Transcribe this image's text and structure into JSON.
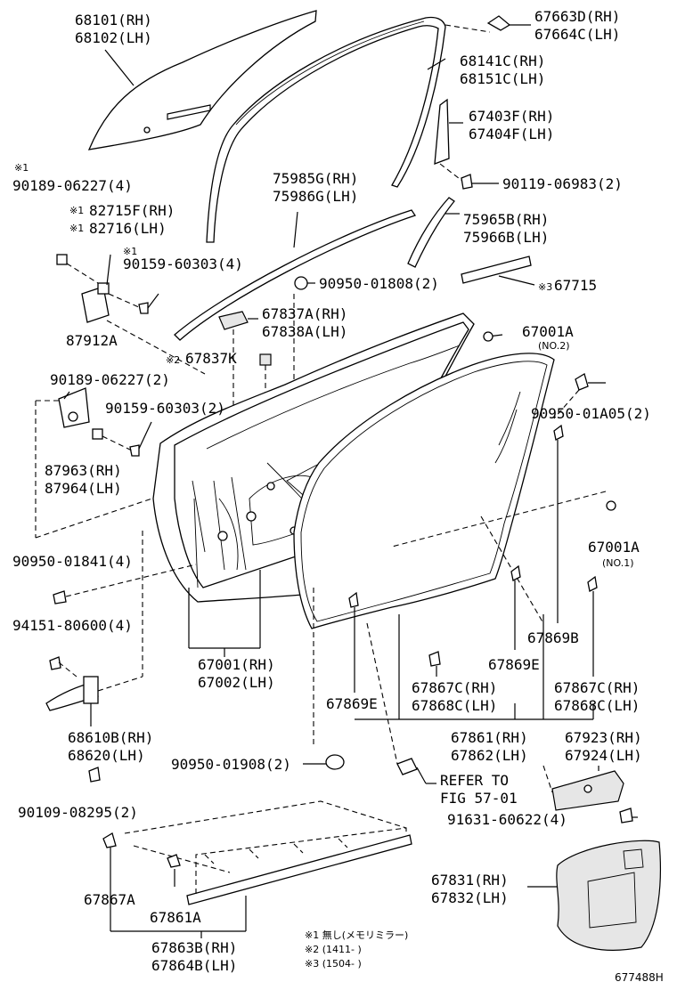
{
  "labels": {
    "l68101": "68101(RH)",
    "l68102": "68102(LH)",
    "l67663d": "67663D(RH)",
    "l67664c": "67664C(LH)",
    "l68141c": "68141C(RH)",
    "l68151c": "68151C(LH)",
    "l67403f": "67403F(RH)",
    "l67404f": "67404F(LH)",
    "l90119": "90119-06983(2)",
    "l75985g": "75985G(RH)",
    "l75986g": "75986G(LH)",
    "l75965b": "75965B(RH)",
    "l75966b": "75966B(LH)",
    "l90950_01808": "90950-01808(2)",
    "l67715": "67715",
    "l90189_a": "90189-06227(4)",
    "l82715f": "82715F(RH)",
    "l82716": "82716(LH)",
    "l90159_a": "90159-60303(4)",
    "l87912a": "87912A",
    "l67837a": "67837A(RH)",
    "l67838a": "67838A(LH)",
    "l67837k": "67837K",
    "l67001a_2": "67001A",
    "l_no2": "(NO.2)",
    "l90189_b": "90189-06227(2)",
    "l90159_b": "90159-60303(2)",
    "l90950_01a05": "90950-01A05(2)",
    "l87963": "87963(RH)",
    "l87964": "87964(LH)",
    "l67001a_1": "67001A",
    "l_no1": "(NO.1)",
    "l90950_01841": "90950-01841(4)",
    "l94151": "94151-80600(4)",
    "l67869b": "67869B",
    "l67001": "67001(RH)",
    "l67002": "67002(LH)",
    "l67869e_r": "67869E",
    "l67867c_m": "67867C(RH)",
    "l67868c_m": "67868C(LH)",
    "l67867c_r": "67867C(RH)",
    "l67868c_r": "67868C(LH)",
    "l67869e_l": "67869E",
    "l68610b": "68610B(RH)",
    "l68620": "68620(LH)",
    "l67861": "67861(RH)",
    "l67862": "67862(LH)",
    "l67923": "67923(RH)",
    "l67924": "67924(LH)",
    "l90950_01908": "90950-01908(2)",
    "l_refer": "REFER TO",
    "l_fig": "FIG 57-01",
    "l90109": "90109-08295(2)",
    "l91631": "91631-60622(4)",
    "l67831": "67831(RH)",
    "l67832": "67832(LH)",
    "l67867a": "67867A",
    "l67861a": "67861A",
    "l67863b": "67863B(RH)",
    "l67864b": "67864B(LH)"
  },
  "marks": {
    "m1": "※1",
    "m2": "※2",
    "m3": "※3"
  },
  "footnotes": {
    "f1": "※1 無し(メモリミラー)",
    "f2": "※2 (1411-        )",
    "f3": "※3 (1504-        )"
  },
  "diagram_code": "677488H"
}
